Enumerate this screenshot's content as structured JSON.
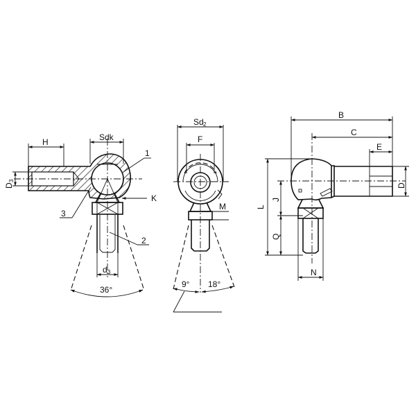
{
  "diagram": {
    "title": "Ball joint / angle joint dimension drawing",
    "views": [
      {
        "name": "side-section-view",
        "dimensions": {
          "H": "H",
          "Sdk": "Sdk",
          "D3": "D",
          "D3_sub": "3",
          "K": "K",
          "d3": "d",
          "d3_sub": "3",
          "angle": "36°"
        },
        "callouts": {
          "c1": "1",
          "c2": "2",
          "c3": "3"
        }
      },
      {
        "name": "front-view",
        "dimensions": {
          "Sd2": "Sd",
          "Sd2_sub": "2",
          "F": "F",
          "M": "M",
          "angle_left": "9°",
          "angle_right": "18°"
        }
      },
      {
        "name": "angle-joint-view",
        "dimensions": {
          "B": "B",
          "C": "C",
          "E": "E",
          "D": "D",
          "L": "L",
          "J": "J",
          "Q": "Q",
          "N": "N"
        }
      }
    ]
  }
}
